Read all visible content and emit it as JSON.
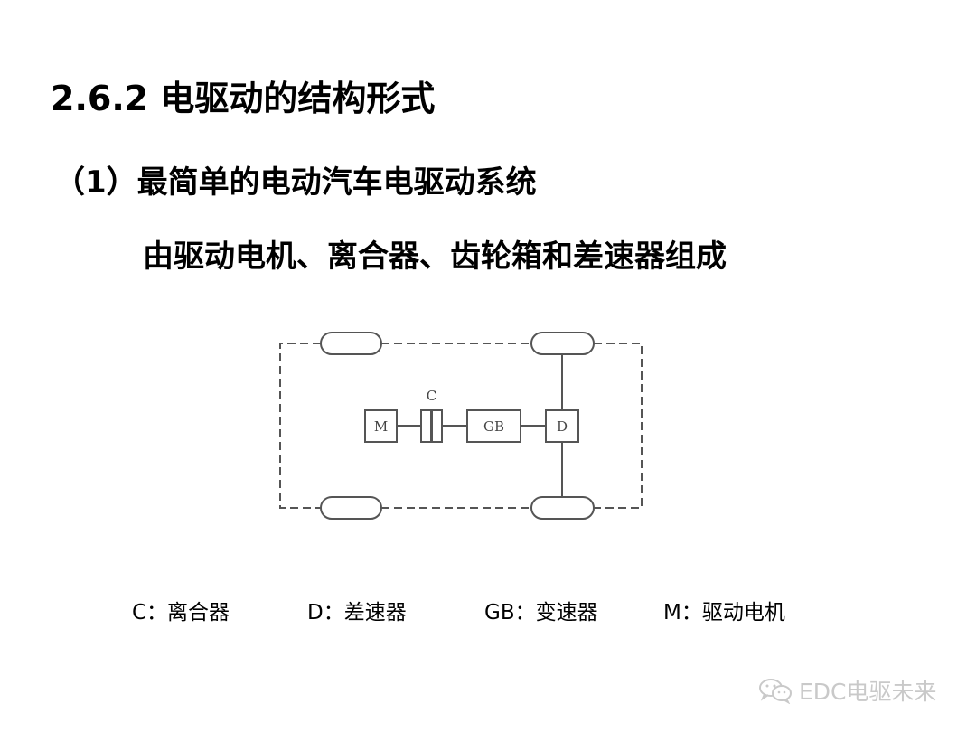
{
  "slide": {
    "heading": "2.6.2  电驱动的结构形式",
    "subheading": "（1）最简单的电动汽车电驱动系统",
    "description": "由驱动电机、离合器、齿轮箱和差速器组成"
  },
  "diagram": {
    "components": {
      "motor": "M",
      "clutch": "C",
      "gearbox": "GB",
      "differential": "D"
    }
  },
  "legend": {
    "clutch": "C：离合器",
    "differential": "D：差速器",
    "gearbox": "GB：变速器",
    "motor": "M：驱动电机"
  },
  "watermark": {
    "text": "EDC电驱未来",
    "icon": "wechat-icon"
  },
  "colors": {
    "text": "#000000",
    "diagram_line": "#555555",
    "watermark": "#c9c9c9"
  }
}
